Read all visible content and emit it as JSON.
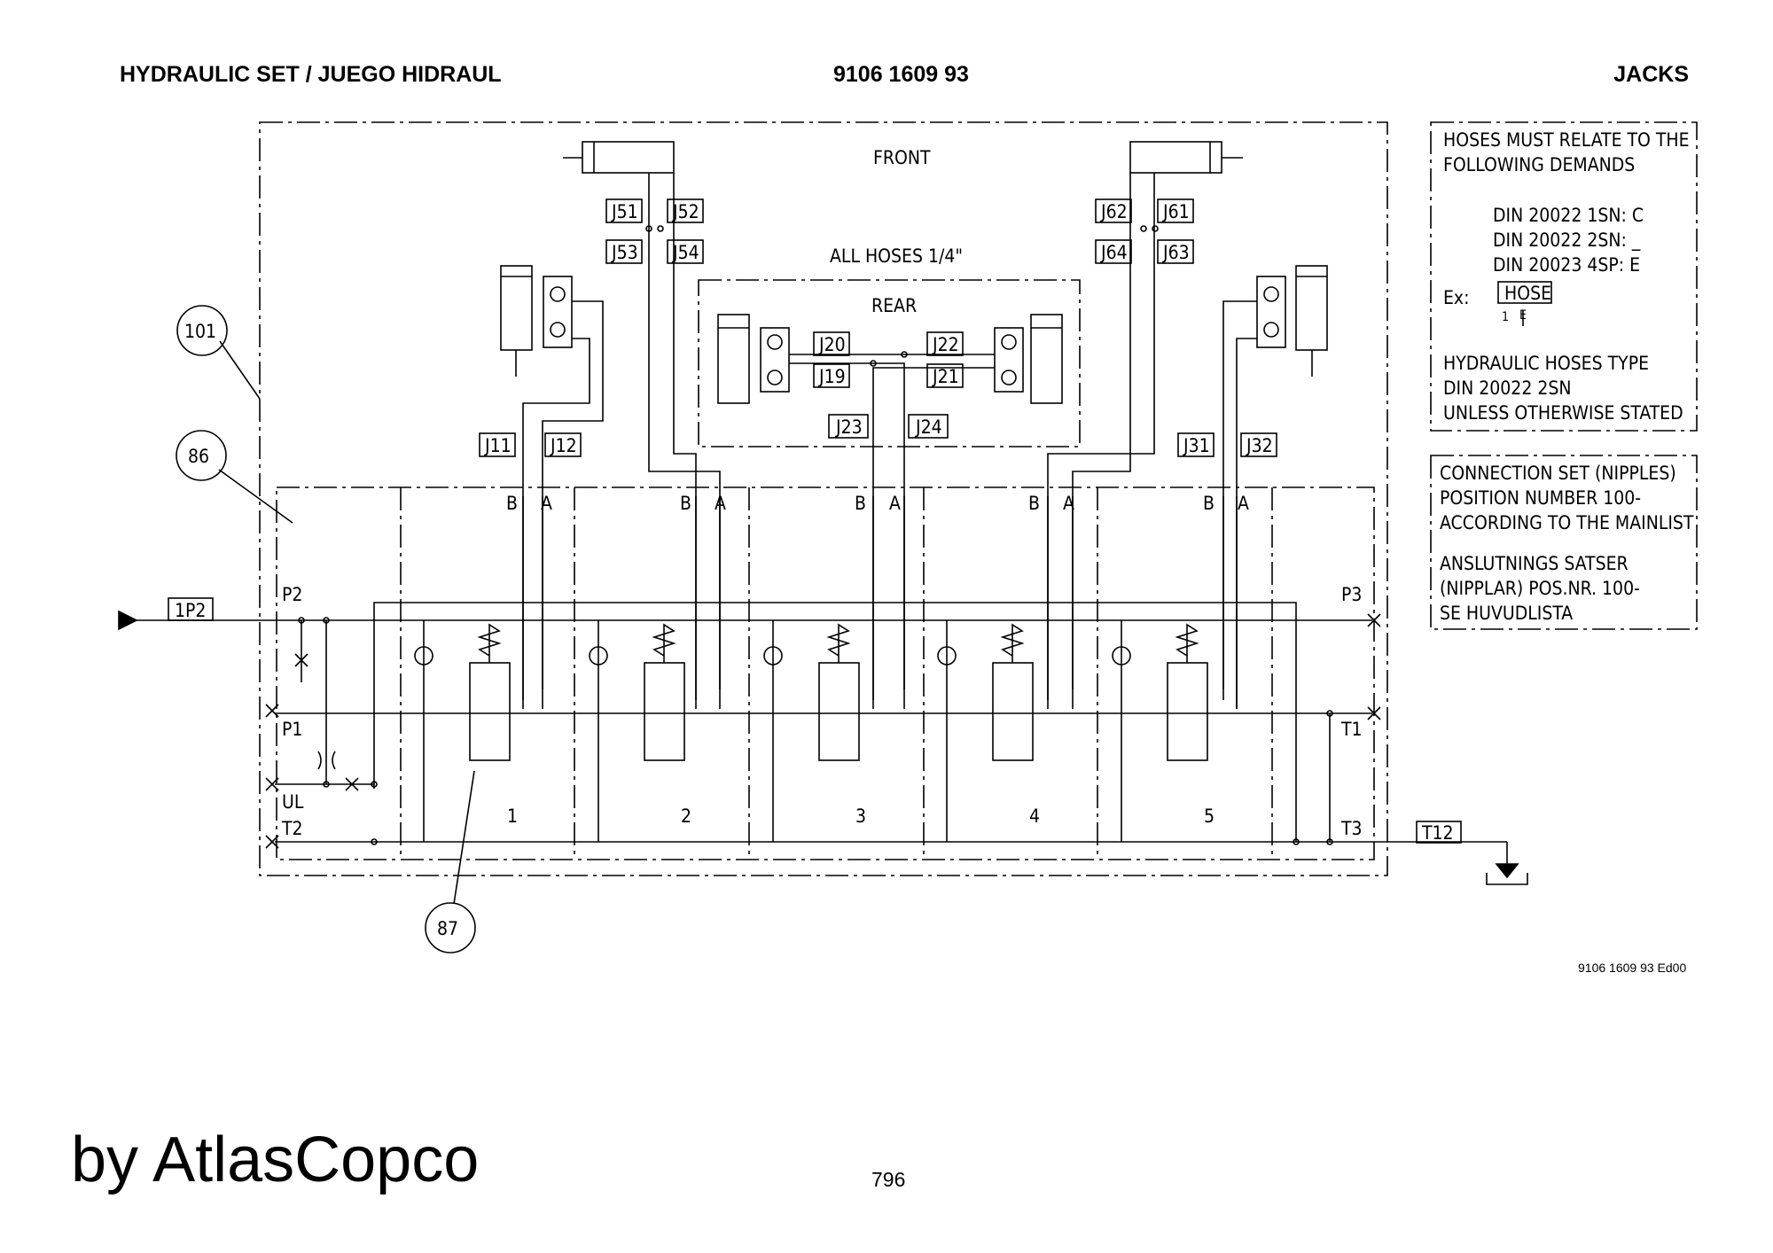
{
  "header": {
    "left": "HYDRAULIC SET / JUEGO HIDRAUL",
    "center": "9106 1609 93",
    "right": "JACKS"
  },
  "labels": {
    "front": "FRONT",
    "rear": "REAR",
    "all_hoses": "ALL HOSES 1/4\""
  },
  "ports": {
    "j51": "J51",
    "j52": "J52",
    "j53": "J53",
    "j54": "J54",
    "j61": "J61",
    "j62": "J62",
    "j63": "J63",
    "j64": "J64",
    "j20": "J20",
    "j22": "J22",
    "j19": "J19",
    "j21": "J21",
    "j23": "J23",
    "j24": "J24",
    "j11": "J11",
    "j12": "J12",
    "j31": "J31",
    "j32": "J32",
    "p1p2": "1P2",
    "t12": "T12",
    "p2": "P2",
    "p1": "P1",
    "ul": "UL",
    "t2": "T2",
    "p3": "P3",
    "t1": "T1",
    "t3": "T3"
  },
  "sections": [
    "1",
    "2",
    "3",
    "4",
    "5"
  ],
  "section_ports": {
    "b": "B",
    "a": "A"
  },
  "callouts": {
    "c101": "101",
    "c86": "86",
    "c87": "87"
  },
  "notes": {
    "hoses_1": "HOSES MUST RELATE TO THE",
    "hoses_2": "FOLLOWING DEMANDS",
    "din1": "DIN 20022 1SN: C",
    "din2": "DIN 20022 2SN: _",
    "din3": "DIN 20023 4SP: E",
    "ex": "Ex:",
    "hose": "HOSE",
    "hose_sub1": "1",
    "hose_sub2": "E",
    "type_1": "HYDRAULIC HOSES TYPE",
    "type_2": "DIN 20022 2SN",
    "type_3": "UNLESS OTHERWISE STATED",
    "conn_1": "CONNECTION SET (NIPPLES)",
    "conn_2": "POSITION NUMBER 100-",
    "conn_3": "ACCORDING TO THE MAINLIST",
    "ansl_1": "ANSLUTNINGS SATSER",
    "ansl_2": "(NIPPLAR) POS.NR. 100-",
    "ansl_3": "SE HUVUDLISTA"
  },
  "footer": {
    "ref": "9106 1609 93 Ed00",
    "brand": "by AtlasCopco",
    "page": "796"
  }
}
